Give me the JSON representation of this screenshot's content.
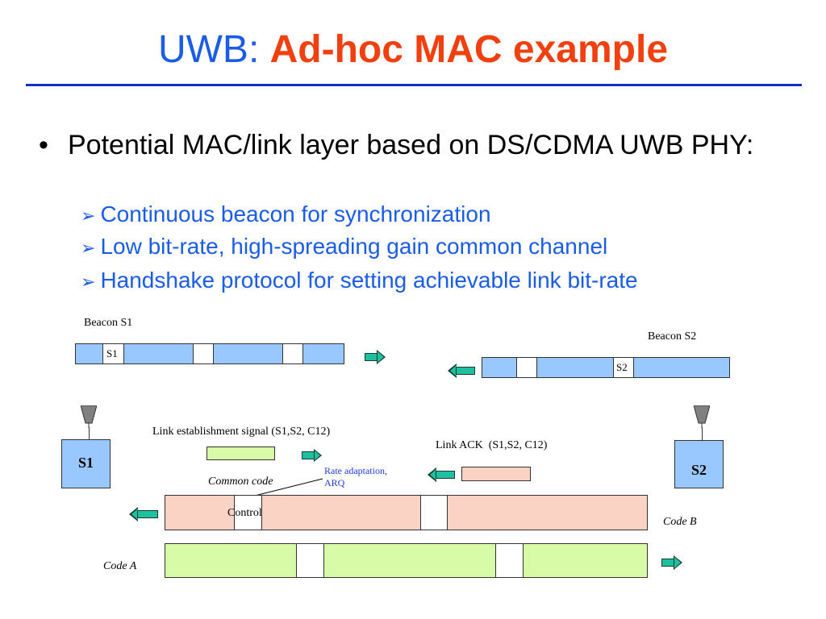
{
  "title": {
    "prefix": "UWB:",
    "main": "Ad-hoc MAC example"
  },
  "bullets": {
    "main": {
      "marker": "•",
      "text": "Potential MAC/link layer based on DS/CDMA UWB PHY:"
    },
    "sub": [
      {
        "marker": "➢",
        "text": "Continuous beacon for synchronization"
      },
      {
        "marker": "➢",
        "text": "Low bit-rate, high-spreading gain common channel"
      },
      {
        "marker": "➢",
        "text": "Handshake protocol for setting achievable link bit-rate"
      }
    ]
  },
  "diagram": {
    "beacon_s1_label": "Beacon S1",
    "beacon_s1_slot": "S1",
    "beacon_s2_label": "Beacon S2",
    "beacon_s2_slot": "S2",
    "node_s1": "S1",
    "node_s2": "S2",
    "link_establishment": "Link establishment signal (S1,S2, C12)",
    "link_ack": "Link ACK  (S1,S2, C12)",
    "rate_adaptation": [
      "Rate adaptation,",
      "ARQ"
    ],
    "common_code": "Common code",
    "control": "Control",
    "code_b": "Code B",
    "code_a": "Code A"
  },
  "colors": {
    "title_prefix": "#1a5ce6",
    "title_main": "#f04010",
    "beacon_fill": "#99c8ff",
    "common_channel_fill": "#fbd3c4",
    "code_a_fill": "#d8fba8",
    "arrow_fill": "#1fc0a0"
  }
}
